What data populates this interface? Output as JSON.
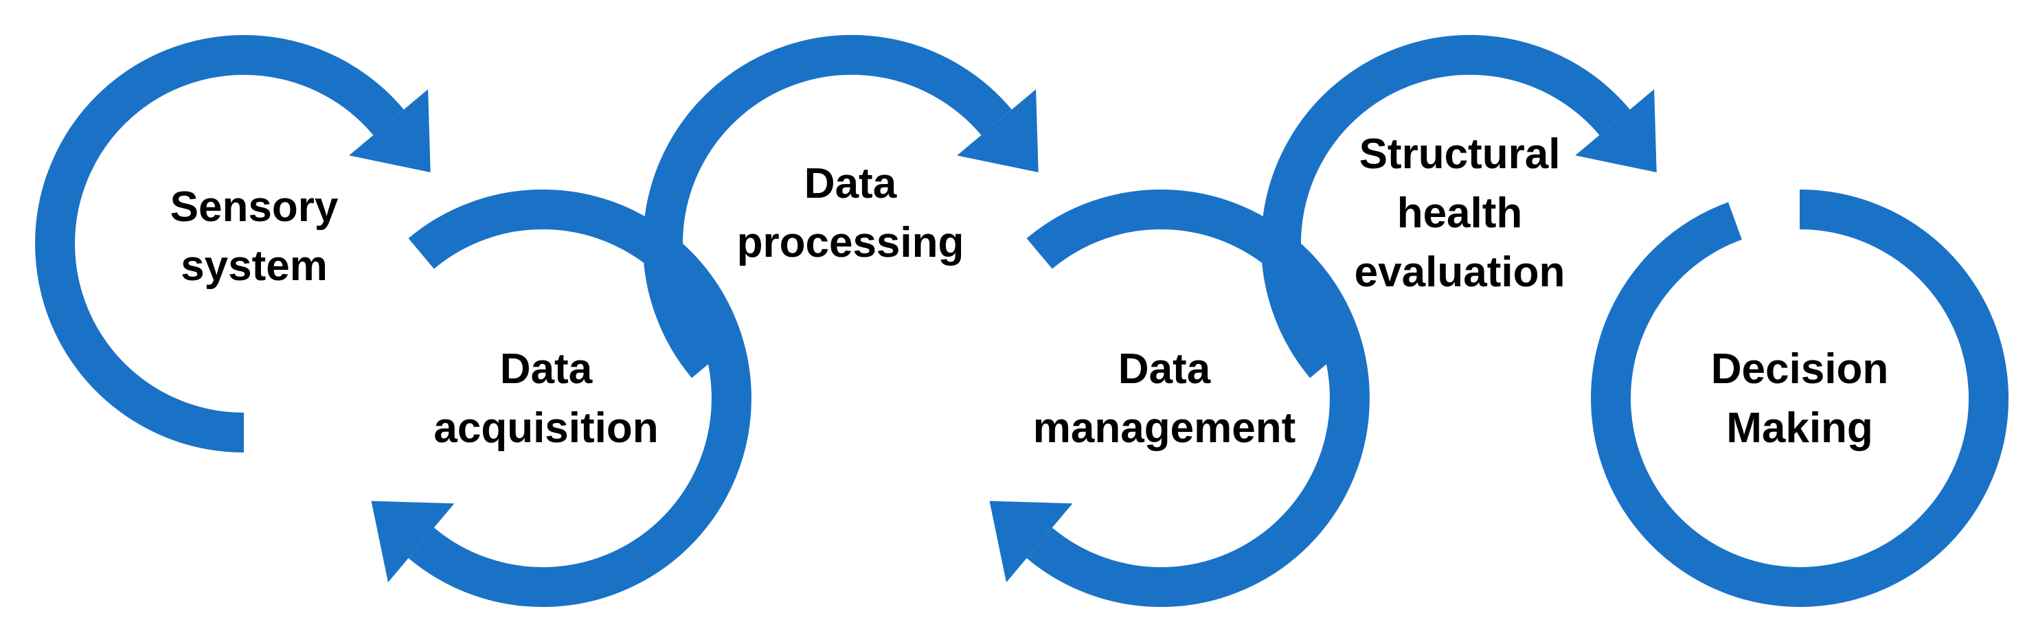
{
  "colors": {
    "accent": "#1a72c7",
    "text": "#000000",
    "background": "#ffffff"
  },
  "steps": [
    {
      "id": "sensory-system",
      "lines": [
        "Sensory",
        "system"
      ]
    },
    {
      "id": "data-acquisition",
      "lines": [
        "Data",
        "acquisition"
      ]
    },
    {
      "id": "data-processing",
      "lines": [
        "Data",
        "processing"
      ]
    },
    {
      "id": "data-management",
      "lines": [
        "Data",
        "management"
      ]
    },
    {
      "id": "structural-health-evaluation",
      "lines": [
        "Structural",
        "health",
        "evaluation"
      ]
    },
    {
      "id": "decision-making",
      "lines": [
        "Decision",
        "Making"
      ]
    }
  ]
}
